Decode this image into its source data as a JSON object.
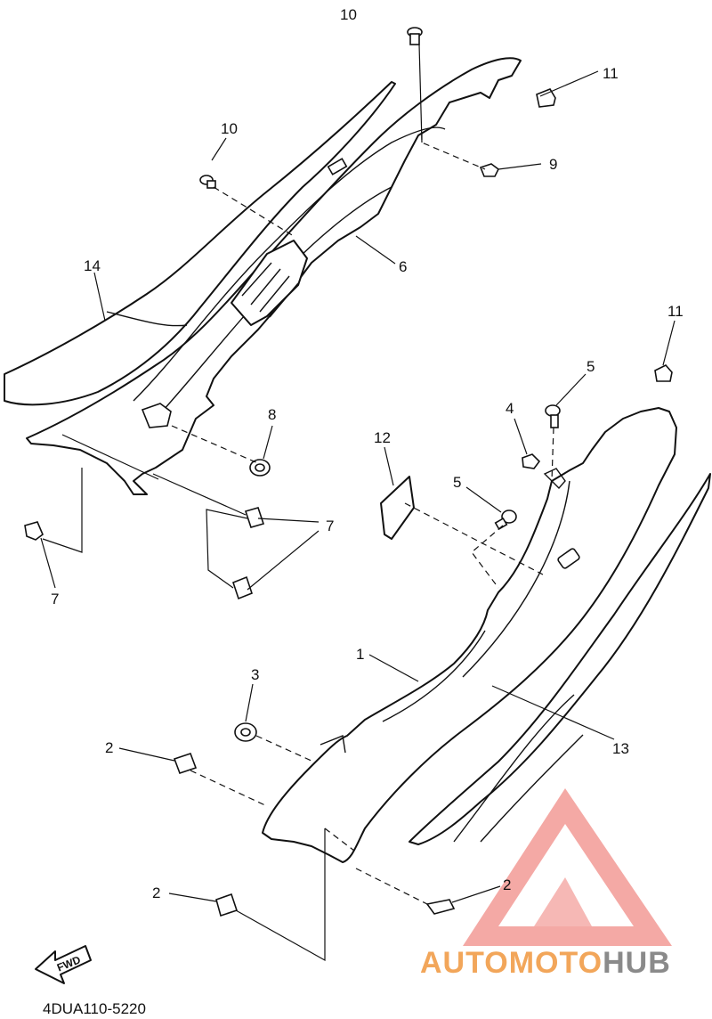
{
  "diagram_code": "4DUA110-5220",
  "fwd_label": "FWD",
  "callouts": [
    {
      "id": "c10a",
      "label": "10"
    },
    {
      "id": "c11a",
      "label": "11"
    },
    {
      "id": "c10b",
      "label": "10"
    },
    {
      "id": "c9",
      "label": "9"
    },
    {
      "id": "c6",
      "label": "6"
    },
    {
      "id": "c14",
      "label": "14"
    },
    {
      "id": "c11b",
      "label": "11"
    },
    {
      "id": "c5a",
      "label": "5"
    },
    {
      "id": "c4",
      "label": "4"
    },
    {
      "id": "c8",
      "label": "8"
    },
    {
      "id": "c12",
      "label": "12"
    },
    {
      "id": "c5b",
      "label": "5"
    },
    {
      "id": "c7a",
      "label": "7"
    },
    {
      "id": "c7b",
      "label": "7"
    },
    {
      "id": "c1",
      "label": "1"
    },
    {
      "id": "c3",
      "label": "3"
    },
    {
      "id": "c13",
      "label": "13"
    },
    {
      "id": "c2a",
      "label": "2"
    },
    {
      "id": "c2b",
      "label": "2"
    },
    {
      "id": "c2c",
      "label": "2"
    }
  ],
  "watermark": {
    "part1": "AUTO",
    "part2": "MOTO",
    "part3": "HUB",
    "colors": {
      "part1": "#f2a65a",
      "part2": "#f2a65a",
      "part3": "#8a8a8a",
      "logo": "#e8473e"
    }
  }
}
